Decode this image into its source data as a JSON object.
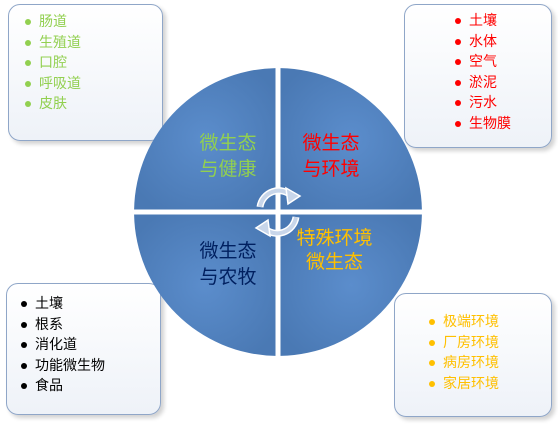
{
  "colors": {
    "quadrant_fill": "#4f81bd",
    "green": "#92d050",
    "red": "#ff0000",
    "navy": "#002060",
    "gold": "#ffc000",
    "black": "#000000"
  },
  "quadrants": {
    "top_left": {
      "line1": "微生态",
      "line2": "与健康"
    },
    "top_right": {
      "line1": "微生态",
      "line2": "与环境"
    },
    "bottom_left": {
      "line1": "微生态",
      "line2": "与农牧"
    },
    "bottom_right": {
      "text": "特殊环境微生态"
    }
  },
  "boxes": {
    "top_left": {
      "items": [
        "肠道",
        "生殖道",
        "口腔",
        "呼吸道",
        "皮肤"
      ]
    },
    "top_right": {
      "items": [
        "土壤",
        "水体",
        "空气",
        "淤泥",
        "污水",
        "生物膜"
      ]
    },
    "bottom_left": {
      "items": [
        "土壤",
        "根系",
        "消化道",
        "功能微生物",
        "食品"
      ]
    },
    "bottom_right": {
      "items": [
        "极端环境",
        "厂房环境",
        "病房环境",
        "家居环境"
      ]
    }
  },
  "icons": {
    "center": "circular-arrows-icon"
  }
}
